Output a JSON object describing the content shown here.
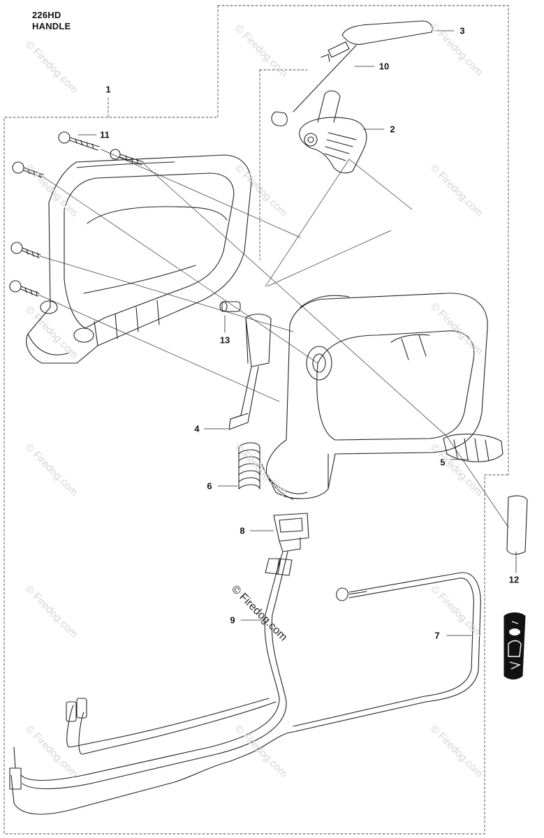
{
  "header": {
    "model": "226HD",
    "section": "HANDLE"
  },
  "callouts": [
    {
      "id": "1",
      "label": "1"
    },
    {
      "id": "2",
      "label": "2"
    },
    {
      "id": "3",
      "label": "3"
    },
    {
      "id": "4",
      "label": "4"
    },
    {
      "id": "5",
      "label": "5"
    },
    {
      "id": "6",
      "label": "6"
    },
    {
      "id": "7",
      "label": "7"
    },
    {
      "id": "8",
      "label": "8"
    },
    {
      "id": "9",
      "label": "9"
    },
    {
      "id": "10",
      "label": "10"
    },
    {
      "id": "11",
      "label": "11"
    },
    {
      "id": "12",
      "label": "12"
    },
    {
      "id": "13",
      "label": "13"
    }
  ],
  "watermark": {
    "text": "© Firedog.com"
  }
}
